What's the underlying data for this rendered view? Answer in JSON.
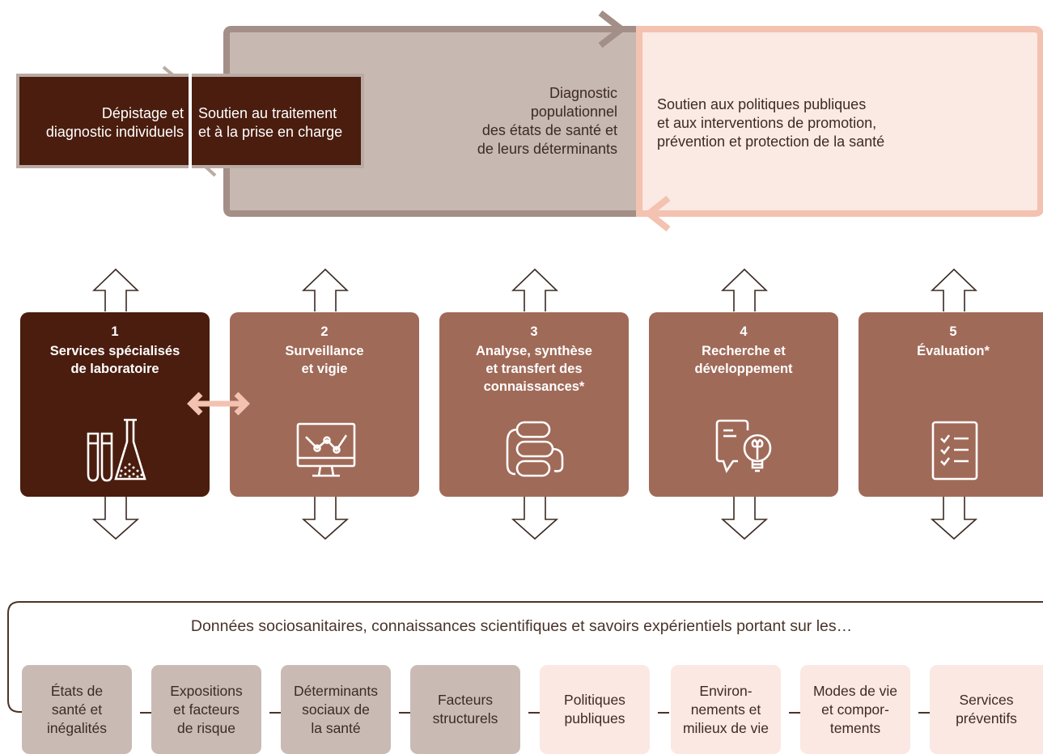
{
  "top": {
    "individual_left": "Dépistage et\ndiagnostic individuels",
    "individual_right": "Soutien au traitement\net à la prise en charge",
    "population": "Diagnostic\npopulationnel\ndes états de santé et\nde leurs déterminants",
    "policy": "Soutien aux politiques publiques\net aux interventions de promotion,\nprévention et protection de la santé"
  },
  "services": [
    {
      "number": "1",
      "title": "Services spécialisés\nde laboratoire",
      "icon": "lab-tubes-flask-icon"
    },
    {
      "number": "2",
      "title": "Surveillance\net vigie",
      "icon": "monitor-chart-icon"
    },
    {
      "number": "3",
      "title": "Analyse, synthèse\net transfert des\nconnaissances*",
      "icon": "knowledge-stack-icon"
    },
    {
      "number": "4",
      "title": "Recherche et\ndéveloppement",
      "icon": "idea-bulb-icon"
    },
    {
      "number": "5",
      "title": "Évaluation*",
      "icon": "checklist-icon"
    }
  ],
  "bottom": {
    "caption": "Données sociosanitaires, connaissances scientifiques et savoirs expérientiels portant sur les…",
    "items": [
      "États de\nsanté et\ninégalités",
      "Expositions\net facteurs\nde risque",
      "Déterminants\nsociaux de\nla santé",
      "Facteurs\nstructurels",
      "Politiques\npubliques",
      "Environ-\nnements et\nmilieux de vie",
      "Modes de vie\net compor-\ntements",
      "Services\npréventifs"
    ]
  },
  "colors": {
    "dark_brown": "#4a1d0e",
    "medium_brown": "#a06a58",
    "taupe": "#c7b8b1",
    "taupe_border": "#a38f87",
    "light_pink": "#fbe9e4",
    "salmon": "#f3c2b0"
  }
}
